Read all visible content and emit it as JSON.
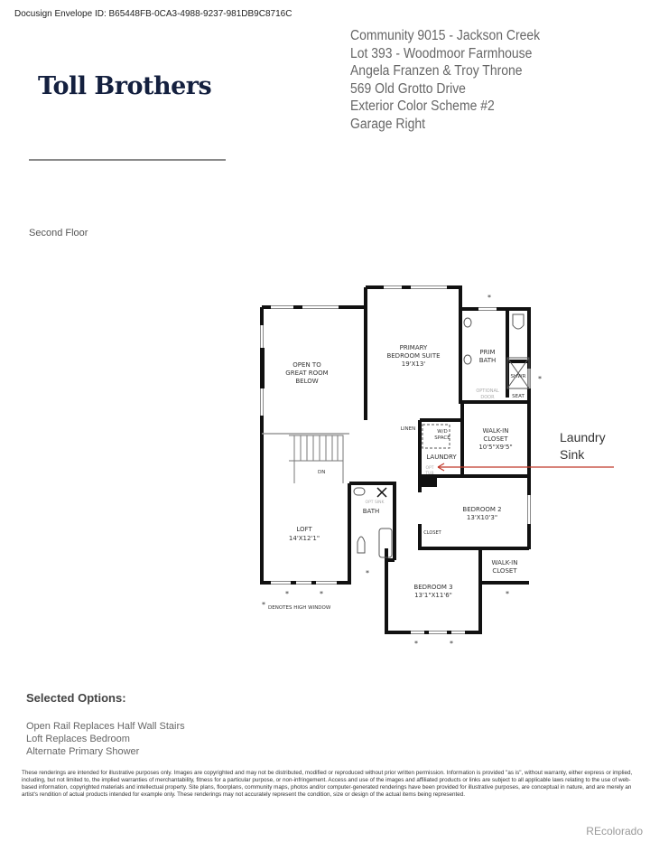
{
  "envelope_id": "Docusign Envelope ID: B65448FB-0CA3-4988-9237-981DB9C8716C",
  "brand": {
    "logo_text": "Toll Brothers",
    "color": "#14203f"
  },
  "info_lines": [
    "Community 9015 - Jackson Creek",
    "Lot 393 - Woodmoor Farmhouse",
    "Angela Franzen & Troy Throne",
    "569 Old Grotto Drive",
    "Exterior Color Scheme #2",
    "Garage Right"
  ],
  "floor_title": "Second Floor",
  "plan": {
    "open_to": [
      "OPEN TO",
      "GREAT ROOM",
      "BELOW"
    ],
    "primary_bedroom": [
      "PRIMARY",
      "BEDROOM SUITE",
      "19'X13'"
    ],
    "prim_bath": [
      "PRIM",
      "BATH"
    ],
    "shwr": "SHWR",
    "seat": "SEAT",
    "optional_door": [
      "OPTIONAL",
      "DOOR"
    ],
    "linen": "LINEN",
    "wd_space": [
      "W/D",
      "SPACE"
    ],
    "laundry": "LAUNDRY",
    "opt_tub": [
      "OPT",
      "TUB"
    ],
    "walkin_closet_1": [
      "WALK-IN",
      "CLOSET",
      "10'5\"X9'5\""
    ],
    "dn": "DN",
    "opt_sink": "OPT SINK",
    "bath": "BATH",
    "loft": [
      "LOFT",
      "14'X12'1\""
    ],
    "bedroom2": [
      "BEDROOM 2",
      "13'X10'3\""
    ],
    "closet": "CLOSET",
    "walkin_closet_2": [
      "WALK-IN",
      "CLOSET"
    ],
    "bedroom3": [
      "BEDROOM 3",
      "13'1\"X11'6\""
    ],
    "legend": "DENOTES HIGH WINDOW",
    "annotation": [
      "Laundry",
      "Sink"
    ],
    "annotation_color": "#c0392b"
  },
  "selected_options": {
    "title": "Selected Options:",
    "items": [
      "Open Rail Replaces Half Wall Stairs",
      "Loft Replaces Bedroom",
      "Alternate Primary Shower"
    ]
  },
  "disclaimer": "These renderings are intended for illustrative purposes only. Images are copyrighted and may not be distributed, modified or reproduced without prior written permission. Information is provided \"as is\", without warranty, either express or implied, including, but not limited to, the implied warranties of merchantability, fitness for a particular purpose, or non-infringement. Access and use of the images and affiliated products or links are subject to all applicable laws relating to the use of web-based information, copyrighted materials and intellectual property. Site plans, floorplans, community maps, photos and/or computer-generated renderings have been provided for illustrative purposes, are conceptual in nature, and are merely an artist's rendition of actual products intended for example only. These renderings may not accurately represent the condition, size or design of the actual items being represented.",
  "watermark": "REcolorado"
}
